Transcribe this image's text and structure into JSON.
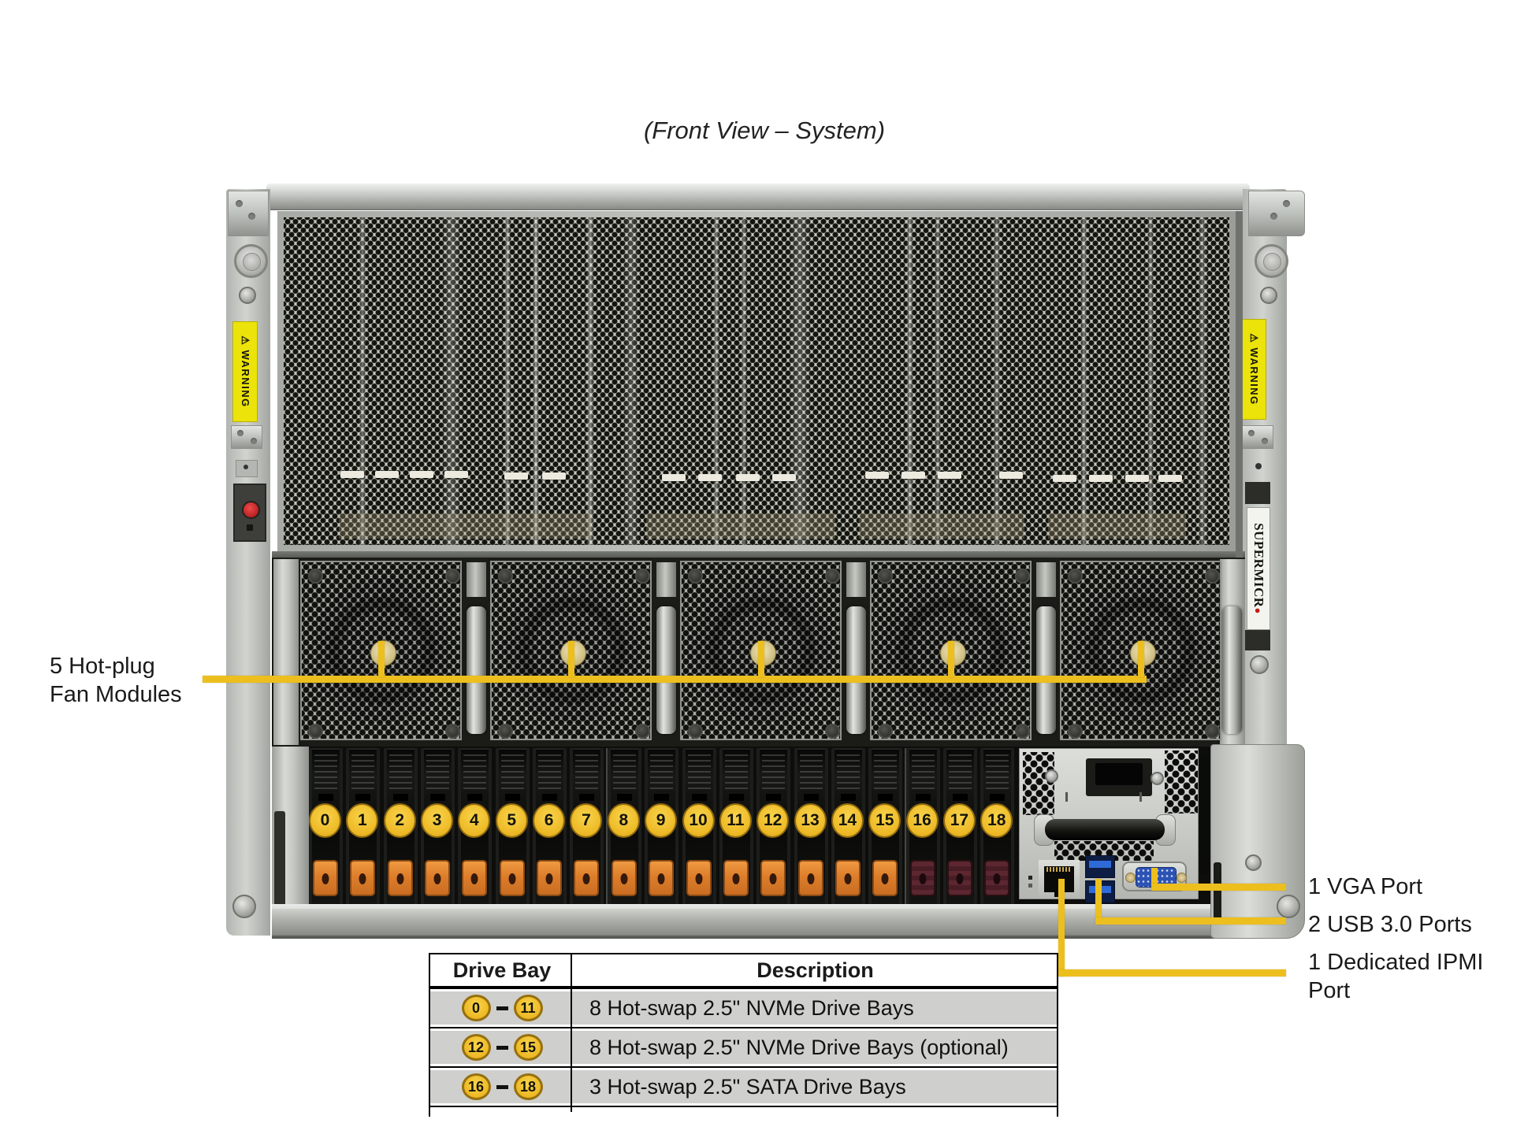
{
  "title": "(Front View – System)",
  "fan_callout": {
    "line1": "5 Hot-plug",
    "line2": "Fan Modules",
    "count": 5
  },
  "port_callouts": {
    "vga": "1 VGA Port",
    "usb": "2 USB 3.0 Ports",
    "ipmi": "1 Dedicated IPMI Port"
  },
  "chassis": {
    "warning_label": "WARNING",
    "brand": "SUPERMICR",
    "brand_dot": "●"
  },
  "drive_bays": {
    "numbers": [
      "0",
      "1",
      "2",
      "3",
      "4",
      "5",
      "6",
      "7",
      "8",
      "9",
      "10",
      "11",
      "12",
      "13",
      "14",
      "15",
      "16",
      "17",
      "18"
    ],
    "sata_from_index": 16
  },
  "table": {
    "headers": [
      "Drive Bay",
      "Description"
    ],
    "rows": [
      {
        "from": "0",
        "to": "11",
        "desc": "8 Hot-swap 2.5\" NVMe Drive Bays"
      },
      {
        "from": "12",
        "to": "15",
        "desc": "8 Hot-swap 2.5\" NVMe Drive Bays (optional)"
      },
      {
        "from": "16",
        "to": "18",
        "desc": "3 Hot-swap 2.5\" SATA Drive Bays"
      }
    ]
  },
  "colors": {
    "callout_yellow": "#ecbf1e",
    "badge_yellow": "#eeba27",
    "warning_yellow": "#ebe309",
    "brand_red": "#c11b17",
    "nvme_latch_orange": "#dd7d2b",
    "sata_latch_maroon": "#5c2730"
  }
}
